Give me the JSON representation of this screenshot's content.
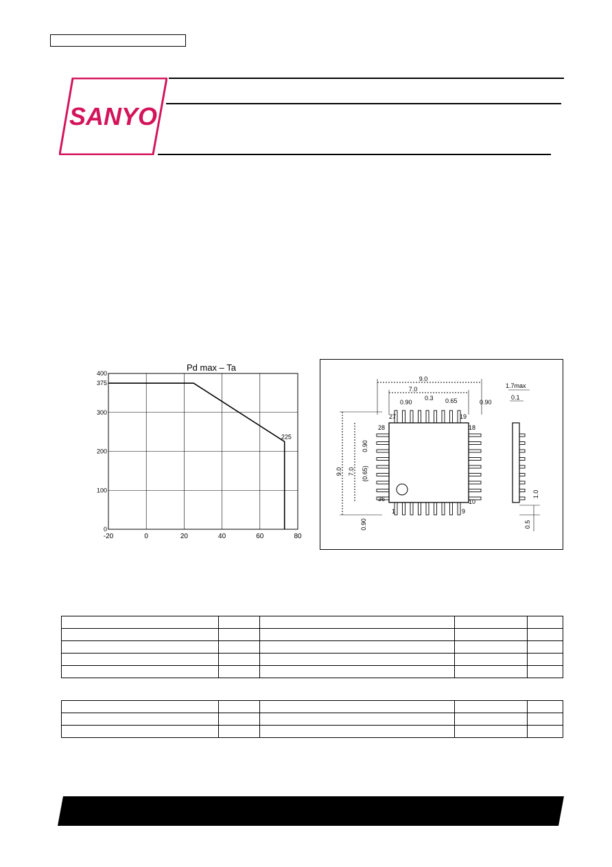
{
  "logo": {
    "brand": "SANYO",
    "color": "#d4145a"
  },
  "chart_data": {
    "type": "line",
    "title": "Pd max  –  Ta",
    "xlim": [
      -20,
      80
    ],
    "ylim": [
      0,
      400
    ],
    "x_ticks": [
      -20,
      0,
      20,
      40,
      60,
      80
    ],
    "y_ticks": [
      0,
      100,
      200,
      300,
      400
    ],
    "y_extra_ticks": [
      375
    ],
    "grid": true,
    "series": [
      {
        "x": [
          -20,
          25,
          73,
          73
        ],
        "y": [
          375,
          375,
          225,
          0
        ]
      }
    ],
    "annotations": [
      {
        "x": 72,
        "y": 225,
        "text": "225"
      }
    ]
  },
  "package": {
    "dim_width_outer": "9.0",
    "dim_width_inner": "7.0",
    "dim_pitch_edge": "0.90",
    "dim_lead": "0.3",
    "dim_pitch": "0.65",
    "dim_edge_right": "0.90",
    "dim_height_outer": "9.0",
    "dim_height_inner": "7.0",
    "dim_edge_left": "0.90",
    "dim_pitch_ref": "(0.65)",
    "dim_edge_bottom": "0.90",
    "pin_27": "27",
    "pin_28": "28",
    "pin_19": "19",
    "pin_18": "18",
    "pin_36": "36",
    "pin_1": "1",
    "pin_9": "9",
    "pin_10": "10",
    "side_max": "1.7max",
    "side_standoff": "0.1",
    "side_foot": "1.0",
    "side_lead": "0.5"
  },
  "colors": {
    "logo": "#d4145a",
    "ink": "#000000"
  }
}
